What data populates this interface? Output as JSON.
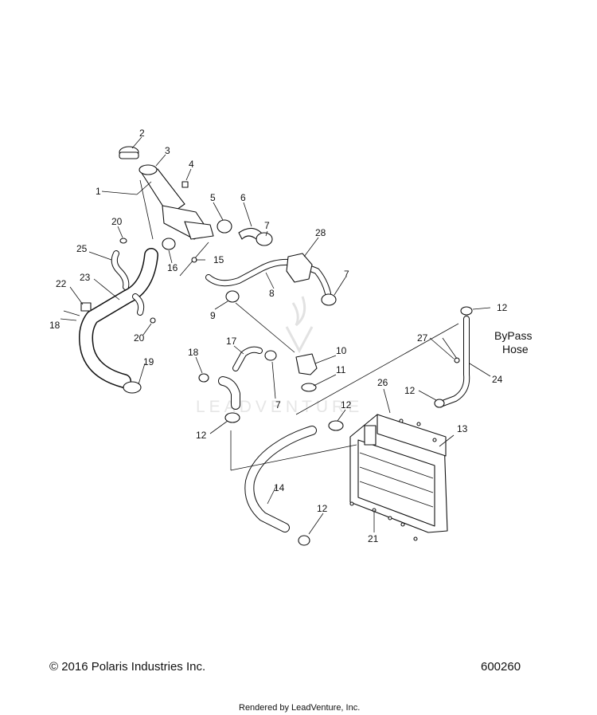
{
  "callouts": [
    "1",
    "2",
    "3",
    "4",
    "5",
    "6",
    "7",
    "28",
    "20",
    "25",
    "15",
    "16",
    "22",
    "23",
    "8",
    "7",
    "18",
    "9",
    "20",
    "12",
    "10",
    "11",
    "7",
    "17",
    "18",
    "19",
    "12",
    "27",
    "24",
    "26",
    "12",
    "13",
    "12",
    "14",
    "21",
    "12",
    "12"
  ],
  "bypass_note": {
    "line1": "ByPass",
    "line2": "Hose"
  },
  "watermark": {
    "text": "LEADVENTURE"
  },
  "copyright": "© 2016 Polaris Industries Inc.",
  "diagram_number": "600260",
  "rendered_by": "Rendered by LeadVenture, Inc."
}
